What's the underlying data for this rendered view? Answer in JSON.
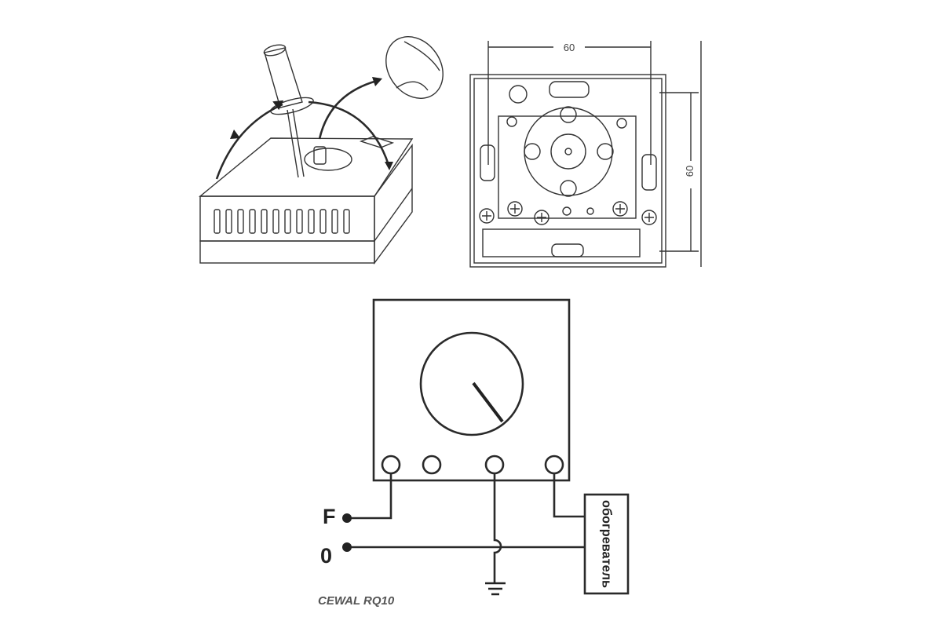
{
  "top_view": {
    "width_dimension": "60",
    "height_dimension": "60"
  },
  "wiring": {
    "phase_label": "F",
    "neutral_label": "0",
    "heater_label": "обогреватель",
    "model_label": "CEWAL RQ10"
  }
}
